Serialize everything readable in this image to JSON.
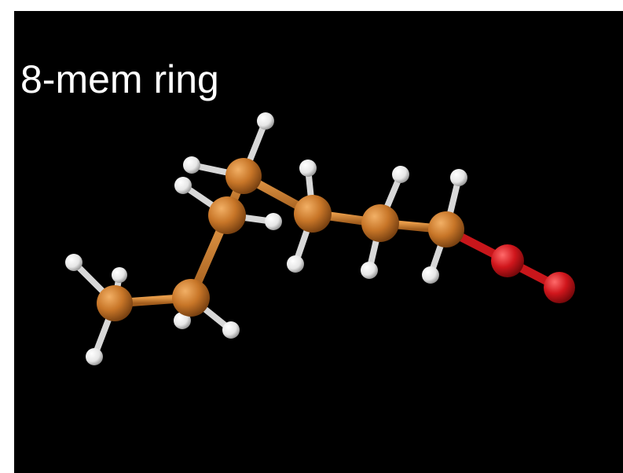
{
  "caption": "8-mem ring",
  "colors": {
    "background": "#000000",
    "caption_text": "#ffffff",
    "carbon": "#c87628",
    "oxygen": "#d0161c",
    "hydrogen": "#eeeeee"
  },
  "molecule": {
    "atoms": [
      {
        "name": "carbon-atom",
        "element": "C"
      },
      {
        "name": "carbon-atom",
        "element": "C"
      },
      {
        "name": "carbon-atom",
        "element": "C"
      },
      {
        "name": "carbon-atom",
        "element": "C"
      },
      {
        "name": "carbon-atom",
        "element": "C"
      },
      {
        "name": "carbon-atom",
        "element": "C"
      },
      {
        "name": "carbon-atom",
        "element": "C"
      },
      {
        "name": "oxygen-atom",
        "element": "O"
      },
      {
        "name": "oxygen-atom",
        "element": "O"
      }
    ]
  }
}
